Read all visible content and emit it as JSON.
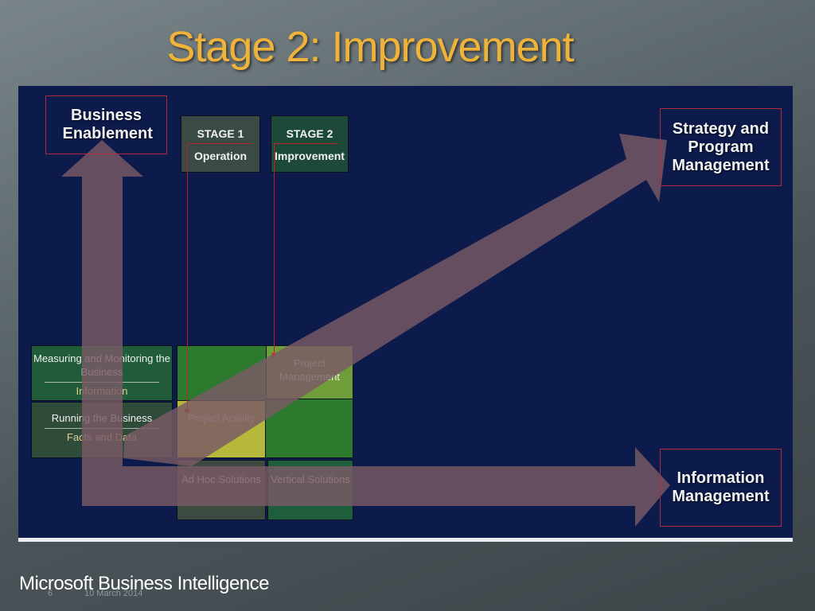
{
  "slide": {
    "title": "Stage 2: Improvement",
    "footer": "Microsoft Business Intelligence",
    "footer_page": "6",
    "footer_date": "10 March 2014"
  },
  "diagram": {
    "axis_labels": {
      "business_enablement": "Business Enablement",
      "strategy_program": "Strategy and Program Management",
      "information_management": "Information Management"
    },
    "stages": [
      {
        "head": "STAGE 1",
        "sub": "Operation"
      },
      {
        "head": "STAGE 2",
        "sub": "Improvement"
      }
    ],
    "left_cells": [
      {
        "line1": "Measuring and Monitoring the Business",
        "line2": "Information"
      },
      {
        "line1": "Running the Business",
        "line2": "Facts and Data"
      }
    ],
    "grid_cells": {
      "project_management": "Project Management",
      "project_activity": "Project Activity",
      "ad_hoc": "Ad Hoc Solutions",
      "vertical": "Vertical Solutions"
    },
    "colors": {
      "panel": "#0d1a4c",
      "arrow": "#7a5a66",
      "title": "#f0b33a",
      "green": "#2a7a32",
      "highlight": "#c8c43a"
    }
  }
}
